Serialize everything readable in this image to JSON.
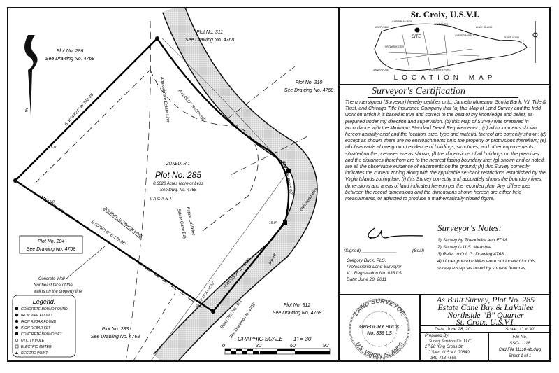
{
  "location_map": {
    "title": "St. Croix, U.S.V.I.",
    "footer": "LOCATION MAP",
    "site_label": "SITE",
    "places": [
      "CARIBBEAN SEA",
      "NORTHSIDE",
      "SALT RIVER",
      "BUCK ISLAND",
      "CHRISTIANSTED",
      "POINT UDALL",
      "FREDERIKSTED",
      "SANDY POINT",
      "CONTAINER PORT",
      "GREAT POND"
    ]
  },
  "certification": {
    "title": "Surveyor's Certification",
    "body": "The undersigned (Surveyor) hereby certifies unto: Janneth Moreano, Scotia Bank, V.I. Title & Trust, and Chicago Title Insurance Company that (a) this Map of Land Survey and the field work on which it is based is true and correct to the best of my knowledge and belief, as prepared under my direction and supervision. (b) this Map of Survey was prepared in accordance with the Minimum Standard Detail Requirements. ; (c) all monuments shown hereon actually exist and the location, size, type and material thereof are correctly shown; (d) except as shown, there are no encroachments onto the property or protrusions therefrom; (e) all observable above-ground evidence of buildings, structures, and other improvements situated on the premises are as shown; (f) the dimensions of all buildings on the premises and the distances therefrom are to the nearest facing boundary line; (g) shown and or noted, are all the observable evidence of easements on the ground; (h) this Survey correctly indicates the current zoning along with the applicable set-back restrictions established by the Virgin Islands zoning law; (i) this Survey correctly and accurately shows the boundary lines, dimensions and areas of land indicated hereon per the recorded plan. Any differences between the record dimensions and the dimensions shown hereon are either field measurments, or adjusted to produce a mathematically closed figure."
  },
  "signature": {
    "signed_label": "(Signed) ______________",
    "seal_label": "(Seal)",
    "name": "Gregory Buck, PLS.",
    "role": "Professional Land Surveyor",
    "registration": "V.I. Registration No. 838 LS",
    "date": "Date: June 28, 2011"
  },
  "notes": {
    "title": "Surveyor's Notes:",
    "items": [
      "1) Survey by Theodolite and EDM.",
      "2) Survey is U.S. Measure.",
      "3) Refer to O.L.G. Drawing 4768.",
      "4) Underground utilities were not located for this survey except as noted by surface features."
    ]
  },
  "seal": {
    "top": "LAND SURVEYOR",
    "name": "GREGORY BUCK",
    "number": "No. 838 LS",
    "bottom": "U.S. VIRGIN ISLANDS"
  },
  "title_block": {
    "line1": "As Built Survey,  Plot No. 285",
    "line2": "Estate Cane Bay & LaVallee",
    "line3": "Northside \"B\" Quarter",
    "line4": "St. Croix, U.S.V.I.",
    "date": "Date: June 28, 2011",
    "scale": "Scale: 1\" = 30'",
    "prepared_by": "Prepared By:",
    "company": "Survey Services Co. LLC.",
    "address1": "27-28 King Cross St.",
    "address2": "C'Sted. U.S.V.I. 00840",
    "phone": "340-713-4555",
    "file_label": "File No.",
    "file_no": "SSC-11118",
    "cad_file": "Cad File 11118-ab.dwg",
    "sheet": "Sheet 1 of 1"
  },
  "legend": {
    "title": "Legend:",
    "items": [
      "CONCRETE BOUND FOUND",
      "IRON PIPE FOUND",
      "IRON REBAR FOUND",
      "IRON REBAR SET",
      "CONCRETE BOUND SET",
      "UTILITY POLE",
      "ELECTRIC METER",
      "RECORD POINT"
    ]
  },
  "drawing": {
    "plot_main": {
      "zoned": "ZONED: R-1",
      "title": "Plot No. 285",
      "area": "0.6020 Acres More or Less",
      "drawing": "See Dwg. No. 4768",
      "status": "V A C A N T"
    },
    "plots": [
      {
        "name": "Plot No. 311",
        "ref": "See Drawing No. 4768"
      },
      {
        "name": "Plot No. 286",
        "ref": "See Drawing No. 4768"
      },
      {
        "name": "Plot No. 310",
        "ref": "See Drawing No. 4768"
      },
      {
        "name": "Plot No. 284",
        "ref": "See Drawing No. 4768"
      },
      {
        "name": "Plot No. 283",
        "ref": "See Drawing No. 4768"
      },
      {
        "name": "Plot No. 312",
        "ref": "See Drawing No. 4768"
      }
    ],
    "bearings": {
      "nw": "S 40°43'21\" W  160.35'",
      "sw": "S 50°50'59\" E  179.96'",
      "se": "N 45°26'56\" E  75.00'",
      "arc_north": "A=145.60'  R=205.62'",
      "arc_east": "A=67.38'  R=35.00'",
      "arc_south": "R=292.19'  A=32.13'"
    },
    "setback": "15.0'",
    "zoning_setback": "ZONING SETBACK LINE",
    "approx_estate_line": "Approximate Estate Line",
    "estate_lavallee": "Estate LaVallee",
    "estate_cane_bay": "Estate Cane Bay",
    "road": "Road Plot No. 321",
    "road_ref": "See Drawing No. 4768",
    "paved": "paved",
    "overhead_wire": "Overhead wire",
    "wall_note": [
      "Concrete Wall",
      "Northeast face of the",
      "wall is on the property line"
    ],
    "north": "E"
  },
  "graphic_scale": {
    "title": "GRAPHIC SCALE",
    "ratio": "1\" = 30'",
    "ticks": [
      "0'",
      "30'",
      "60'",
      "90'"
    ]
  }
}
